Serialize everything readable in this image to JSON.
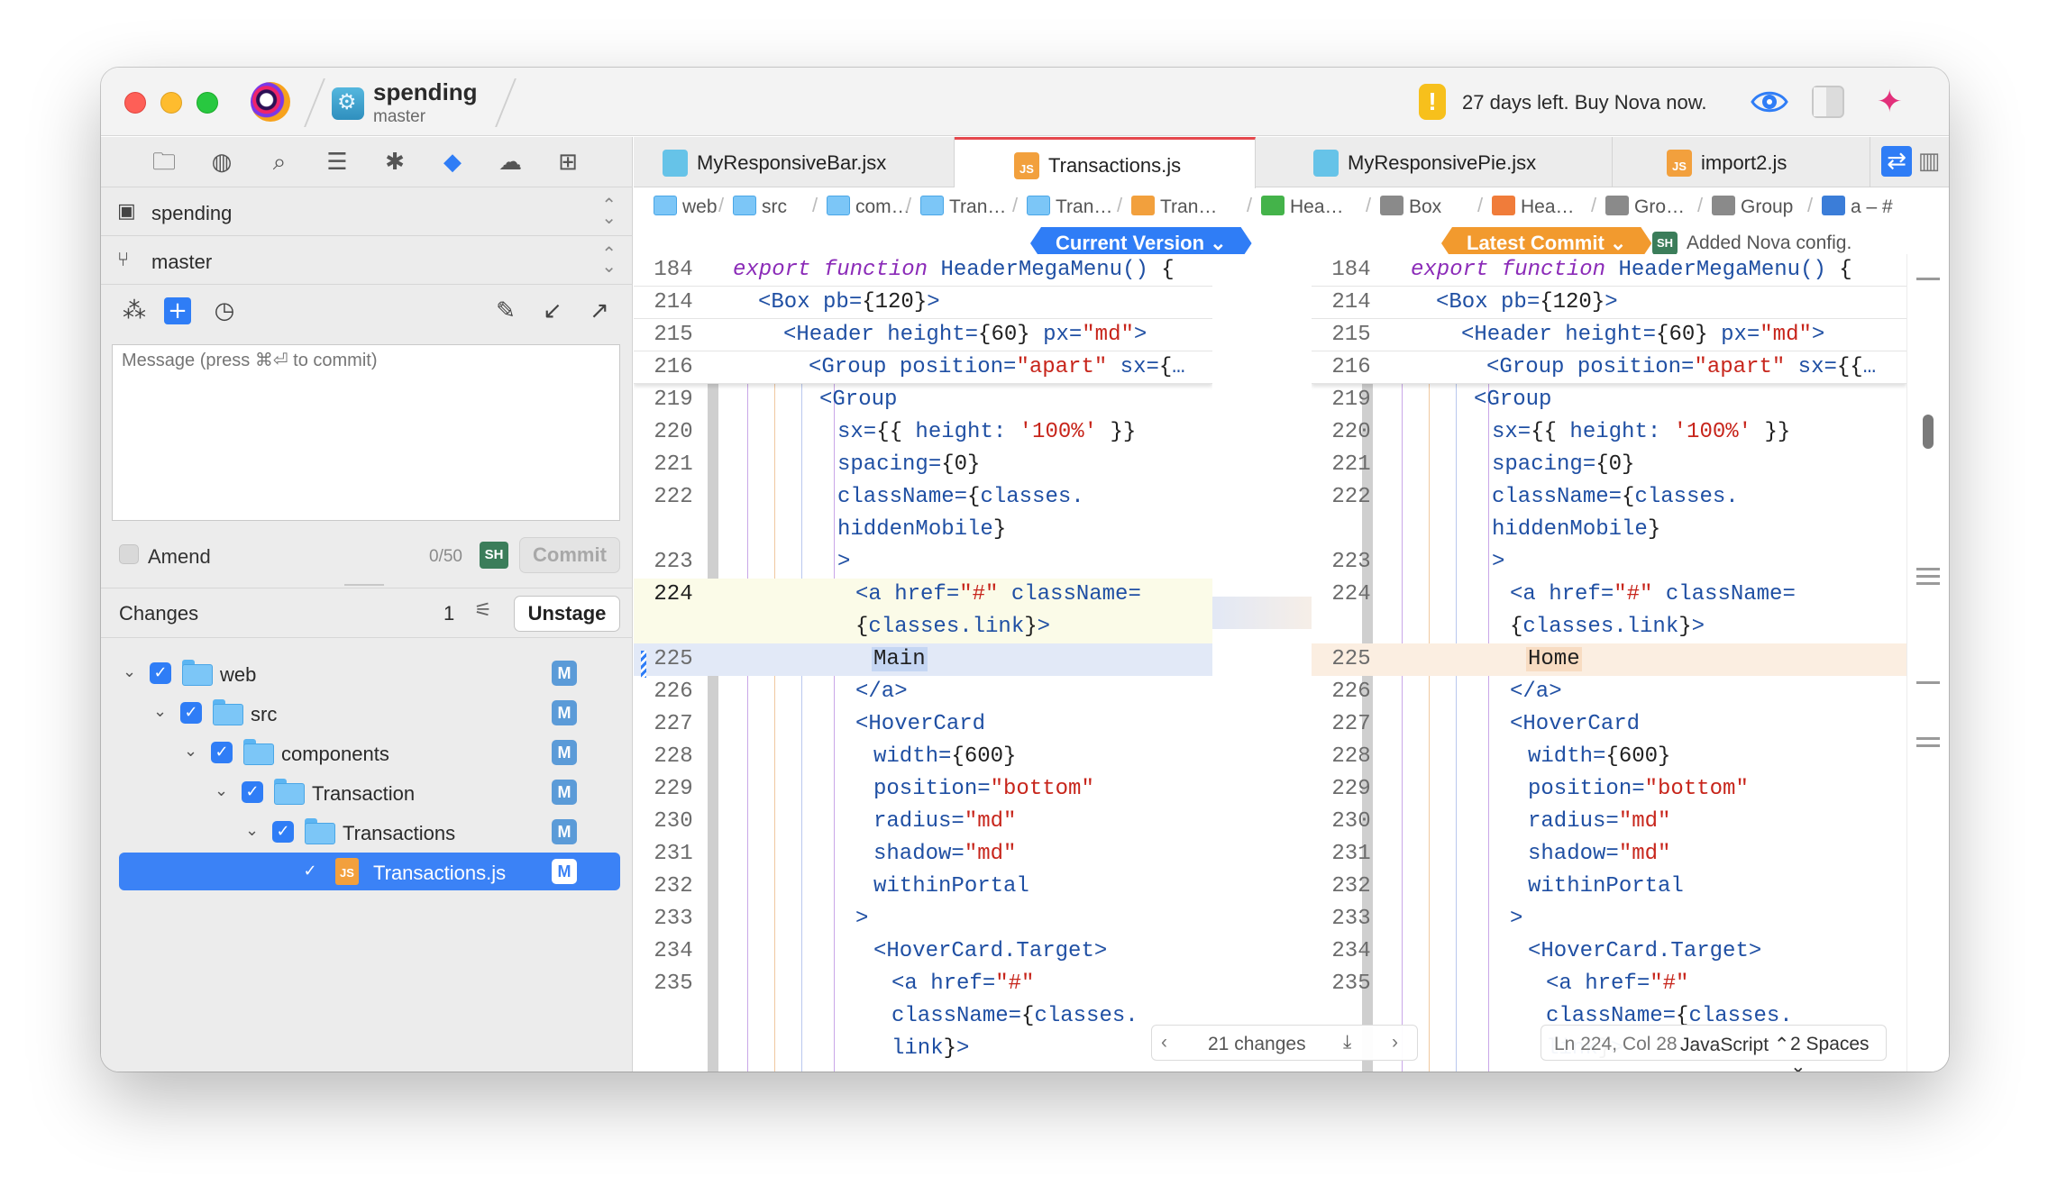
{
  "titlebar": {
    "project_name": "spending",
    "branch": "master",
    "trial": "27 days left. Buy Nova now."
  },
  "sidebar": {
    "tools": [
      "folder-icon",
      "globe-icon",
      "search-icon",
      "list-icon",
      "asterisk-icon",
      "git-icon",
      "cloud-icon",
      "grid-icon"
    ],
    "repo": "spending",
    "branch": "master",
    "message_placeholder": "Message (press ⌘⏎ to commit)",
    "amend_label": "Amend",
    "counter": "0/50",
    "avatar_initials": "SH",
    "commit_label": "Commit",
    "changes_label": "Changes",
    "changes_count": "1",
    "unstage_label": "Unstage",
    "tree": [
      {
        "name": "web",
        "type": "folder",
        "status": "M"
      },
      {
        "name": "src",
        "type": "folder",
        "status": "M"
      },
      {
        "name": "components",
        "type": "folder",
        "status": "M"
      },
      {
        "name": "Transaction",
        "type": "folder",
        "status": "M"
      },
      {
        "name": "Transactions",
        "type": "folder",
        "status": "M"
      },
      {
        "name": "Transactions.js",
        "type": "js",
        "status": "M"
      }
    ]
  },
  "tabs": [
    {
      "label": "MyResponsiveBar.jsx",
      "icon": "react-icon"
    },
    {
      "label": "Transactions.js",
      "icon": "js-icon",
      "active": true
    },
    {
      "label": "MyResponsivePie.jsx",
      "icon": "react-icon"
    },
    {
      "label": "import2.js",
      "icon": "js-icon"
    }
  ],
  "breadcrumbs": [
    "web",
    "src",
    "com…",
    "Tran…",
    "Tran…",
    "Tran…",
    "Hea…",
    "Box",
    "Hea…",
    "Gro…",
    "Group",
    "a – #"
  ],
  "diff": {
    "left_label": "Current Version",
    "right_label": "Latest Commit",
    "commit_author": "SH",
    "commit_message": "Added Nova config.",
    "changes": "21 changes",
    "position": "Ln 224, Col 28",
    "language": "JavaScript",
    "indent": "2 Spaces"
  },
  "sticky_lines": [
    {
      "n": "184",
      "text": "export function HeaderMegaMenu() {"
    },
    {
      "n": "214",
      "text": "  <Box pb={120}>"
    },
    {
      "n": "215",
      "text": "    <Header height={60} px=\"md\">"
    },
    {
      "n": "216",
      "left": "      <Group position=\"apart\" sx={…",
      "right": "      <Group position=\"apart\" sx={{…"
    }
  ],
  "code_lines": [
    {
      "n": "219",
      "text": "<Group"
    },
    {
      "n": "220",
      "text": "  sx={{ height: '100%' }}"
    },
    {
      "n": "221",
      "text": "  spacing={0}"
    },
    {
      "n": "222",
      "text": "  className={classes."
    },
    {
      "n": "",
      "text": "  hiddenMobile}"
    },
    {
      "n": "223",
      "text": ">"
    },
    {
      "n": "224",
      "text": "  <a href=\"#\" className="
    },
    {
      "n": "",
      "text": "  {classes.link}>"
    },
    {
      "n": "225",
      "left": "Main",
      "right": "Home"
    },
    {
      "n": "226",
      "text": "  </a>"
    },
    {
      "n": "227",
      "text": "  <HoverCard"
    },
    {
      "n": "228",
      "text": "    width={600}"
    },
    {
      "n": "229",
      "text": "    position=\"bottom\""
    },
    {
      "n": "230",
      "text": "    radius=\"md\""
    },
    {
      "n": "231",
      "text": "    shadow=\"md\""
    },
    {
      "n": "232",
      "text": "    withinPortal"
    },
    {
      "n": "233",
      "text": "  >"
    },
    {
      "n": "234",
      "text": "    <HoverCard.Target>"
    },
    {
      "n": "235",
      "text": "      <a href=\"#\""
    },
    {
      "n": "",
      "text": "      className={classes."
    },
    {
      "n": "",
      "text": "      link}>"
    }
  ],
  "colors": {
    "accent_blue": "#2f7df6",
    "latest_orange": "#f29a2e",
    "tab_active": "#e5484d"
  }
}
